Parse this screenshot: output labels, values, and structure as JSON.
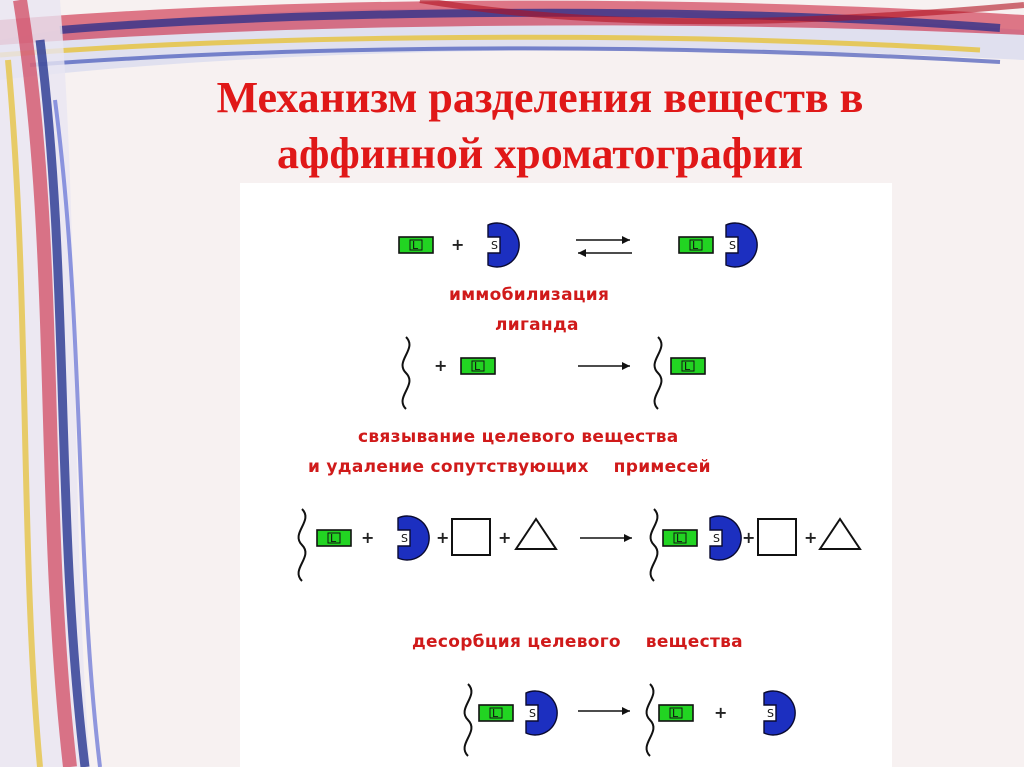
{
  "slide": {
    "title_line1": "Механизм разделения веществ в",
    "title_line2": "аффинной хроматографии"
  },
  "diagram": {
    "ligand_letter": "L",
    "substance_letter": "S",
    "plus_sign": "+",
    "step1_caption_line1": "иммобилизация",
    "step1_caption_line2": "лиганда",
    "step2_caption_line1": "связывание целевого вещества",
    "step2_caption_line2": "и удаление сопутствующих    примесей",
    "step3_caption": "десорбция целевого    вещества"
  },
  "colors": {
    "title": "#e01818",
    "caption": "#d01a1a",
    "ligand_fill": "#22d422",
    "substance_fill": "#1c2fc0"
  }
}
